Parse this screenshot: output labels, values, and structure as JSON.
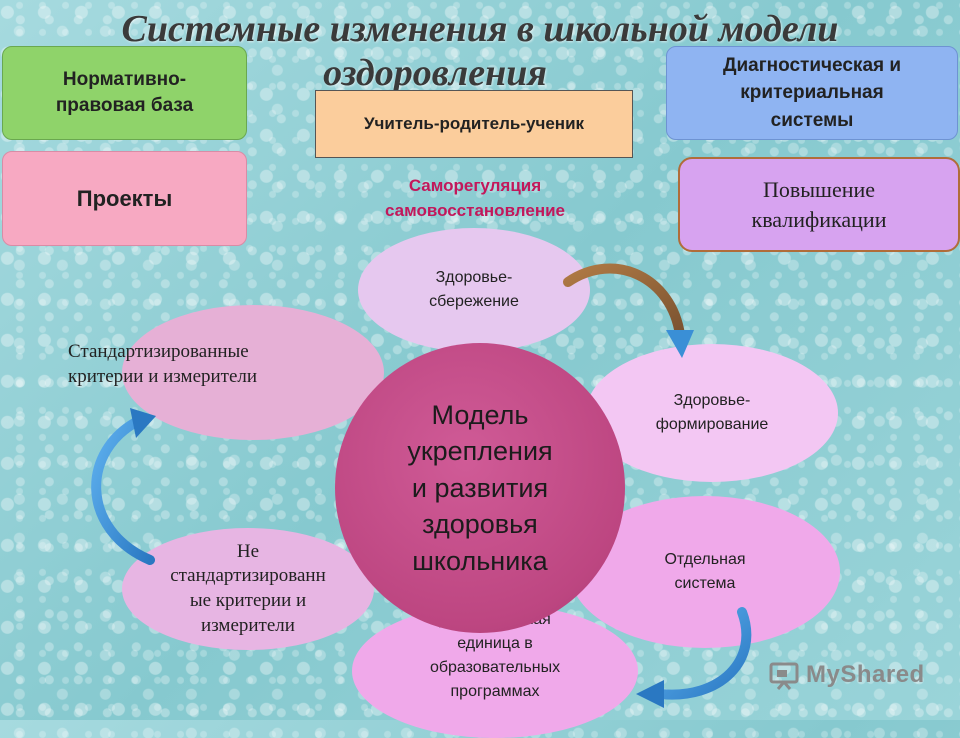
{
  "title": {
    "line1": "Системные изменения в школьной модели",
    "line2": "оздоровления"
  },
  "boxes": {
    "normative": [
      "Нормативно-",
      "правовая база"
    ],
    "projects": "Проекты",
    "teacher_parent_student": "Учитель-родитель-ученик",
    "diagnostic": [
      "Диагностическая и",
      "критериальная",
      "системы"
    ],
    "qualification": [
      "Повышение",
      "квалификации"
    ]
  },
  "self_regulation": [
    "Саморегуляция",
    "самовосстановление"
  ],
  "ellipses": {
    "center": [
      "Модель",
      "укрепления",
      "и развития",
      "здоровья",
      "школьника"
    ],
    "saving": [
      "Здоровье-",
      "сбережение"
    ],
    "forming": [
      "Здоровье-",
      "формирование"
    ],
    "separate_system": [
      "Отдельная",
      "система"
    ],
    "didactic": [
      "Дидактическая",
      "единица в",
      "образовательных",
      "программах"
    ],
    "non_standard": [
      "Не",
      "стандартизированн",
      "ые критерии и",
      "измерители"
    ],
    "standard": [
      "Стандартизированные",
      "критерии и измерители"
    ]
  },
  "watermark": "MyShared",
  "colors": {
    "arrow_blue": "#3a8fd6",
    "arrow_brown": "#9a6b3a",
    "accent_red": "#c2185b"
  }
}
